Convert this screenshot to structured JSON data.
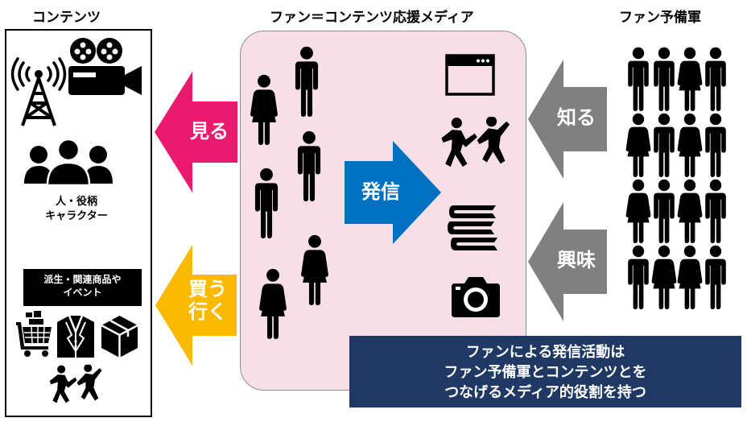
{
  "titles": {
    "contents": "コンテンツ",
    "fan_media": "ファン＝コンテンツ応援メディア",
    "fan_reserve": "ファン予備軍"
  },
  "arrows": {
    "see": "見る",
    "buy_go": [
      "買う",
      "行く"
    ],
    "send": "発信",
    "know": "知る",
    "interest": "興味"
  },
  "contents_box": {
    "people_label": [
      "人・役柄",
      "キャラクター"
    ],
    "derived_label": [
      "派生・関連商品や",
      "イベント"
    ]
  },
  "message": [
    "ファンによる発信活動は",
    "ファン予備軍とコンテンツとを",
    "つなげるメディア的役割を持つ"
  ],
  "colors": {
    "see_arrow": "#ec1a6e",
    "buy_arrow": "#fbb900",
    "send_arrow": "#0070c0",
    "gray_arrow": "#808080",
    "center_bg": "#f6dfe6",
    "message_bg": "#1f3864"
  },
  "icons": [
    "broadcast-tower-icon",
    "film-camera-icon",
    "people-group-icon",
    "shopping-cart-icon",
    "suit-jacket-icon",
    "package-box-icon",
    "dancing-people-icon",
    "browser-window-icon",
    "books-icon",
    "camera-icon",
    "male-person-icon",
    "female-person-icon"
  ]
}
